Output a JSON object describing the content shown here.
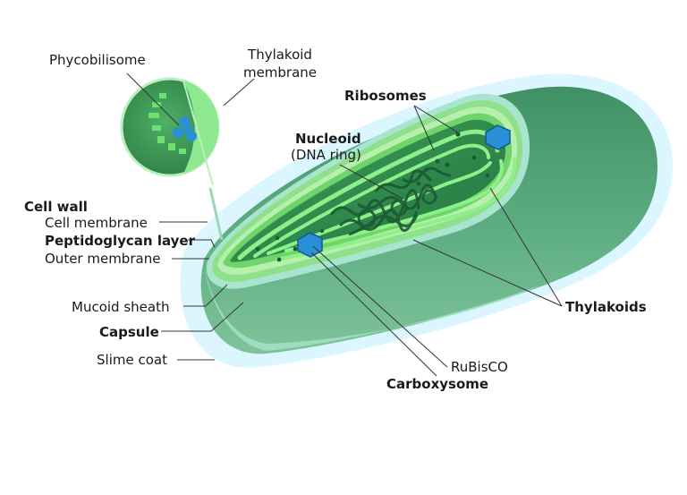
{
  "labels": {
    "phycobilisome": "Phycobilisome",
    "thylakoid_membrane_line1": "Thylakoid",
    "thylakoid_membrane_line2": "membrane",
    "ribosomes": "Ribosomes",
    "nucleoid": "Nucleoid",
    "dna_ring": "(DNA ring)",
    "cell_wall": "Cell wall",
    "cell_membrane": "Cell membrane",
    "peptidoglycan_layer": "Peptidoglycan layer",
    "outer_membrane": "Outer membrane",
    "mucoid_sheath": "Mucoid sheath",
    "capsule": "Capsule",
    "slime_coat": "Slime coat",
    "thylakoids": "Thylakoids",
    "rubisco": "RuBisCO",
    "carboxysome": "Carboxysome"
  },
  "colors": {
    "slime_glow": "#d9f6ff",
    "cell_body": "#5aa57c",
    "cell_body_dark": "#3e8a5f",
    "capsule_band": "#9bd9c0",
    "membrane_green": "#7fe07a",
    "cytoplasm": "#2f8a4e",
    "nucleoid_dark": "#1f5a32",
    "carboxysome_blue": "#2a8fd6",
    "inset_circle": "#3f9a55",
    "inset_light": "#8ee88f",
    "leader_line": "#333333"
  }
}
